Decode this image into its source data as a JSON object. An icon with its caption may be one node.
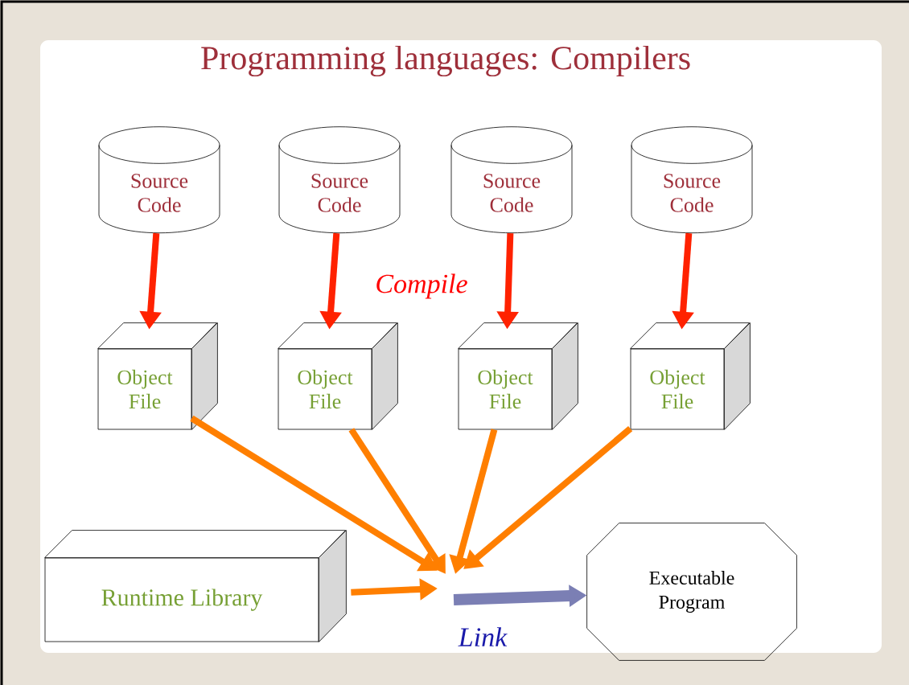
{
  "diagram": {
    "title": "Programming languages: Compilers",
    "nodes": [
      {
        "text": [
          "Source Code"
        ]
      },
      {
        "text": [
          "Source Code"
        ]
      },
      {
        "text": [
          "Source Code"
        ]
      },
      {
        "text": [
          "Source Code"
        ]
      },
      {
        "text": [
          "Object File"
        ]
      },
      {
        "text": [
          "Object File"
        ]
      },
      {
        "text": [
          "Object File"
        ]
      },
      {
        "text": [
          "Object File"
        ]
      },
      {
        "text": [
          "Runtime Library"
        ]
      },
      {
        "text": [
          "Executable Program"
        ]
      }
    ],
    "edges": [
      {
        "from": 0,
        "to": 4,
        "arrow": "to",
        "color": "#ff2200"
      },
      {
        "from": 1,
        "to": 5,
        "arrow": "to",
        "color": "#ff2200"
      },
      {
        "from": 2,
        "to": 6,
        "arrow": "to",
        "color": "#ff2200"
      },
      {
        "from": 3,
        "to": 7,
        "arrow": "to",
        "color": "#ff2200"
      },
      {
        "from": 4,
        "to": null,
        "arrow": "to"
      },
      {
        "from": 5,
        "to": null,
        "arrow": "to"
      },
      {
        "from": 6,
        "to": null,
        "arrow": "to"
      },
      {
        "from": 7,
        "to": null,
        "arrow": "to"
      },
      {
        "from": 8,
        "to": null,
        "arrow": "to"
      },
      {
        "from": null,
        "to": 9,
        "arrow": "to",
        "label": "Link",
        "color": "#7b7fb4"
      }
    ],
    "labels": [
      "Compile"
    ]
  }
}
